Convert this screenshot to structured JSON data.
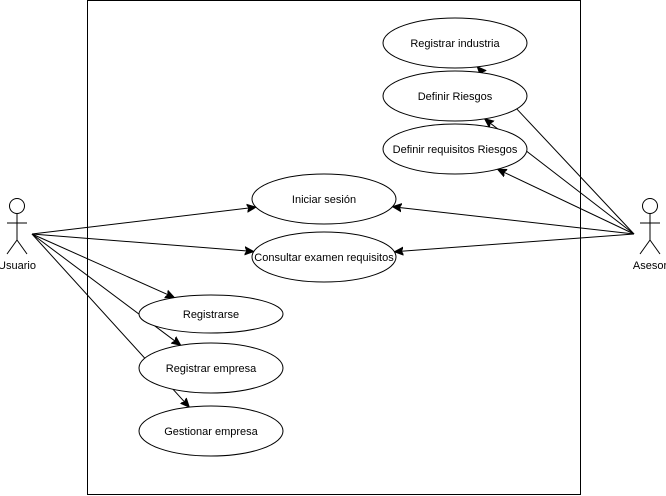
{
  "actors": [
    {
      "id": "usuario",
      "label": "Usuario"
    },
    {
      "id": "asesor",
      "label": "Asesor"
    }
  ],
  "use_cases": [
    {
      "id": "registrar_industria",
      "label": "Registrar industria"
    },
    {
      "id": "definir_riesgos",
      "label": "Definir Riesgos"
    },
    {
      "id": "definir_requisitos_riesgos",
      "label": "Definir requisitos Riesgos"
    },
    {
      "id": "iniciar_sesion",
      "label": "Iniciar sesión"
    },
    {
      "id": "consultar_examen_requisitos",
      "label": "Consultar examen requisitos"
    },
    {
      "id": "registrarse",
      "label": "Registrarse"
    },
    {
      "id": "registrar_empresa",
      "label": "Registrar empresa"
    },
    {
      "id": "gestionar_empresa",
      "label": "Gestionar empresa"
    }
  ],
  "associations": [
    {
      "from": "usuario",
      "to": "iniciar_sesion"
    },
    {
      "from": "usuario",
      "to": "consultar_examen_requisitos"
    },
    {
      "from": "usuario",
      "to": "registrarse"
    },
    {
      "from": "usuario",
      "to": "registrar_empresa"
    },
    {
      "from": "usuario",
      "to": "gestionar_empresa"
    },
    {
      "from": "asesor",
      "to": "registrar_industria"
    },
    {
      "from": "asesor",
      "to": "definir_riesgos"
    },
    {
      "from": "asesor",
      "to": "definir_requisitos_riesgos"
    },
    {
      "from": "asesor",
      "to": "iniciar_sesion"
    },
    {
      "from": "asesor",
      "to": "consultar_examen_requisitos"
    }
  ]
}
